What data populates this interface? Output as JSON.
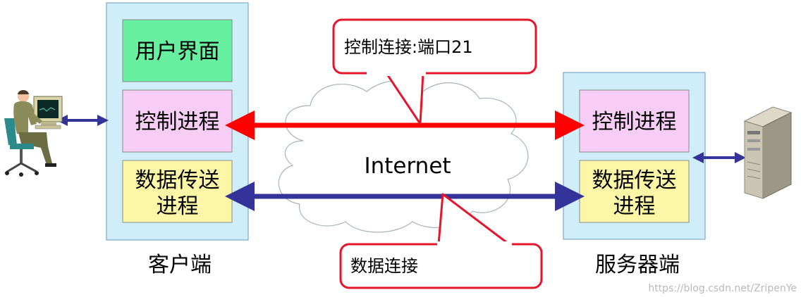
{
  "client": {
    "label": "客户端",
    "ui_box": "用户界面",
    "control_box": "控制进程",
    "data_box_line1": "数据传送",
    "data_box_line2": "进程"
  },
  "server": {
    "label": "服务器端",
    "control_box": "控制进程",
    "data_box_line1": "数据传送",
    "data_box_line2": "进程"
  },
  "network": {
    "label": "Internet"
  },
  "callouts": {
    "control": "控制连接:端口21",
    "data": "数据连接"
  },
  "watermark": "https://blog.csdn.net/ZripenYe",
  "colors": {
    "control_arrow": "#ff0000",
    "data_arrow": "#333399",
    "small_arrow": "#333399",
    "callout_border": "#e4162b",
    "panel_bg": "#cfeefa",
    "ui_box": "#66f0a0",
    "control_box": "#f7ccf5",
    "data_box": "#fbf7a6"
  }
}
